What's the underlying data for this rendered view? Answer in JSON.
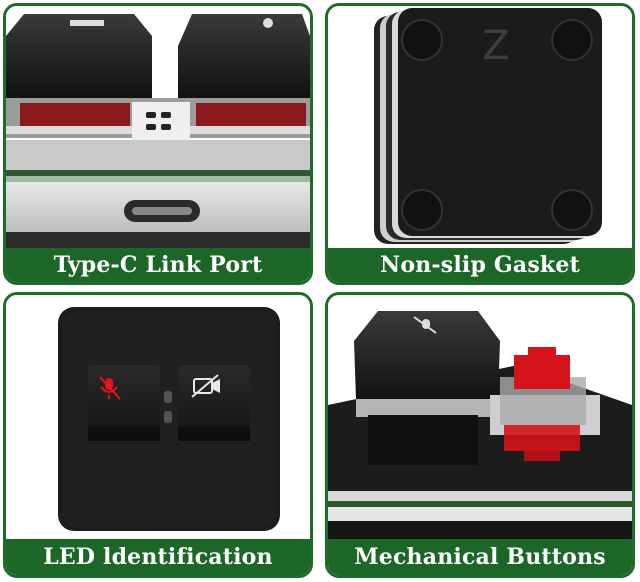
{
  "panels": [
    {
      "caption": "Type-C Link Port"
    },
    {
      "caption": "Non-slip Gasket",
      "key_letter": "Z"
    },
    {
      "caption": "LED ldentification"
    },
    {
      "caption": "Mechanical Buttons"
    }
  ],
  "colors": {
    "frame_green": "#1e6b2a",
    "caption_green": "#1c6627",
    "led_red": "#e0161b",
    "switch_red": "#d4141a",
    "key_black": "#1a1a1a"
  },
  "icons": [
    "microphone-mute-icon",
    "camera-off-icon"
  ]
}
